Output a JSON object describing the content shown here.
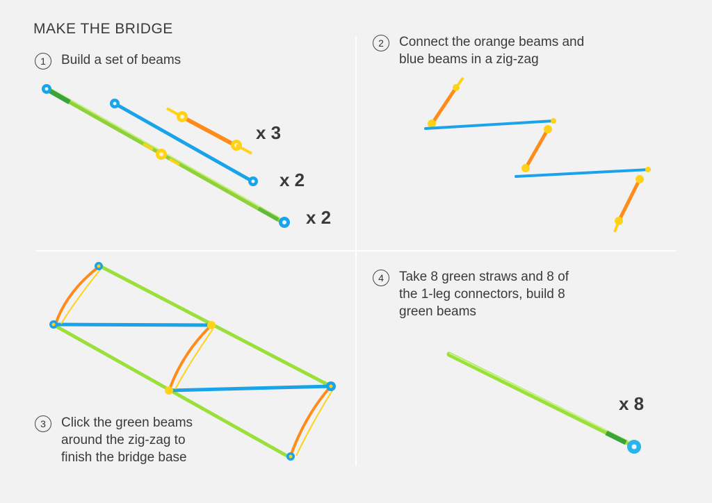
{
  "page": {
    "title": "MAKE THE BRIDGE"
  },
  "steps": [
    {
      "number": "1",
      "text": "Build a set of beams"
    },
    {
      "number": "2",
      "text": "Connect the orange beams and\nblue beams in a zig-zag"
    },
    {
      "number": "3",
      "text": "Click the green beams\naround the zig-zag to\nfinish the bridge base"
    },
    {
      "number": "4",
      "text": "Take 8 green straws and 8 of\nthe 1-leg connectors, build 8\ngreen beams"
    }
  ],
  "multipliers": {
    "orange_beams": "x 3",
    "blue_beams": "x 2",
    "green_beams": "x 2",
    "green_straws": "x 8"
  },
  "colors": {
    "green": "#9adf3a",
    "blue": "#1aa3e8",
    "orange": "#ff8c1a",
    "yellow": "#ffd21a",
    "cyan_ring": "#2ab4ec"
  }
}
